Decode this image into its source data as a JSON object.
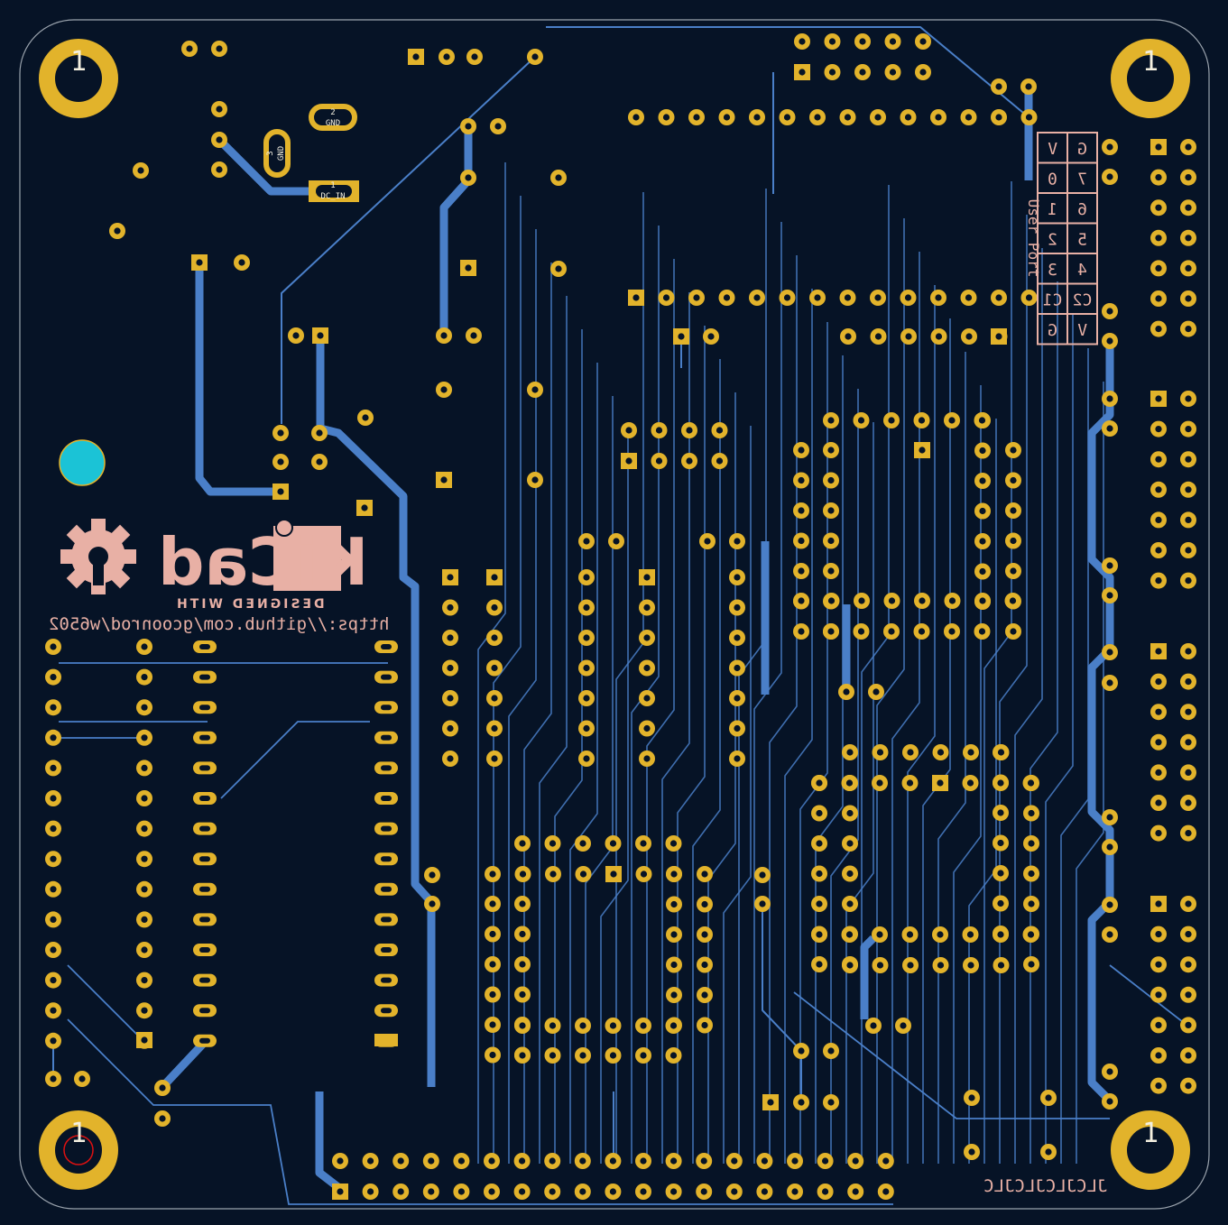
{
  "board": {
    "title": "w6502 PCB layout",
    "colors": {
      "background": "#061326",
      "pad": "#e2b32b",
      "trace": "#4a7fc8",
      "silkscreen": "#e8b0a5",
      "edge": "#9aa3ad",
      "via_marker": "#1bc3d6"
    }
  },
  "mounting_holes": [
    {
      "label": "1"
    },
    {
      "label": "1"
    },
    {
      "label": "1"
    },
    {
      "label": "1"
    }
  ],
  "power_connector": {
    "pad1_number": "1",
    "pad1_name": "DC_IN",
    "pad2_number": "2",
    "pad2_name": "GND",
    "pad3_number": "3",
    "pad3_name": "GND"
  },
  "logo": {
    "brand": "KiCad",
    "tagline": "DESIGNED WITH",
    "url": "https://github.com/gcoonrod/w6502"
  },
  "user_port": {
    "title": "User Port",
    "rows": [
      [
        "V",
        "G"
      ],
      [
        "0",
        "7"
      ],
      [
        "1",
        "6"
      ],
      [
        "2",
        "5"
      ],
      [
        "3",
        "4"
      ],
      [
        "C1",
        "C2"
      ],
      [
        "G",
        "V"
      ]
    ]
  },
  "fab_mark": "JLCJLCJLCJLC"
}
